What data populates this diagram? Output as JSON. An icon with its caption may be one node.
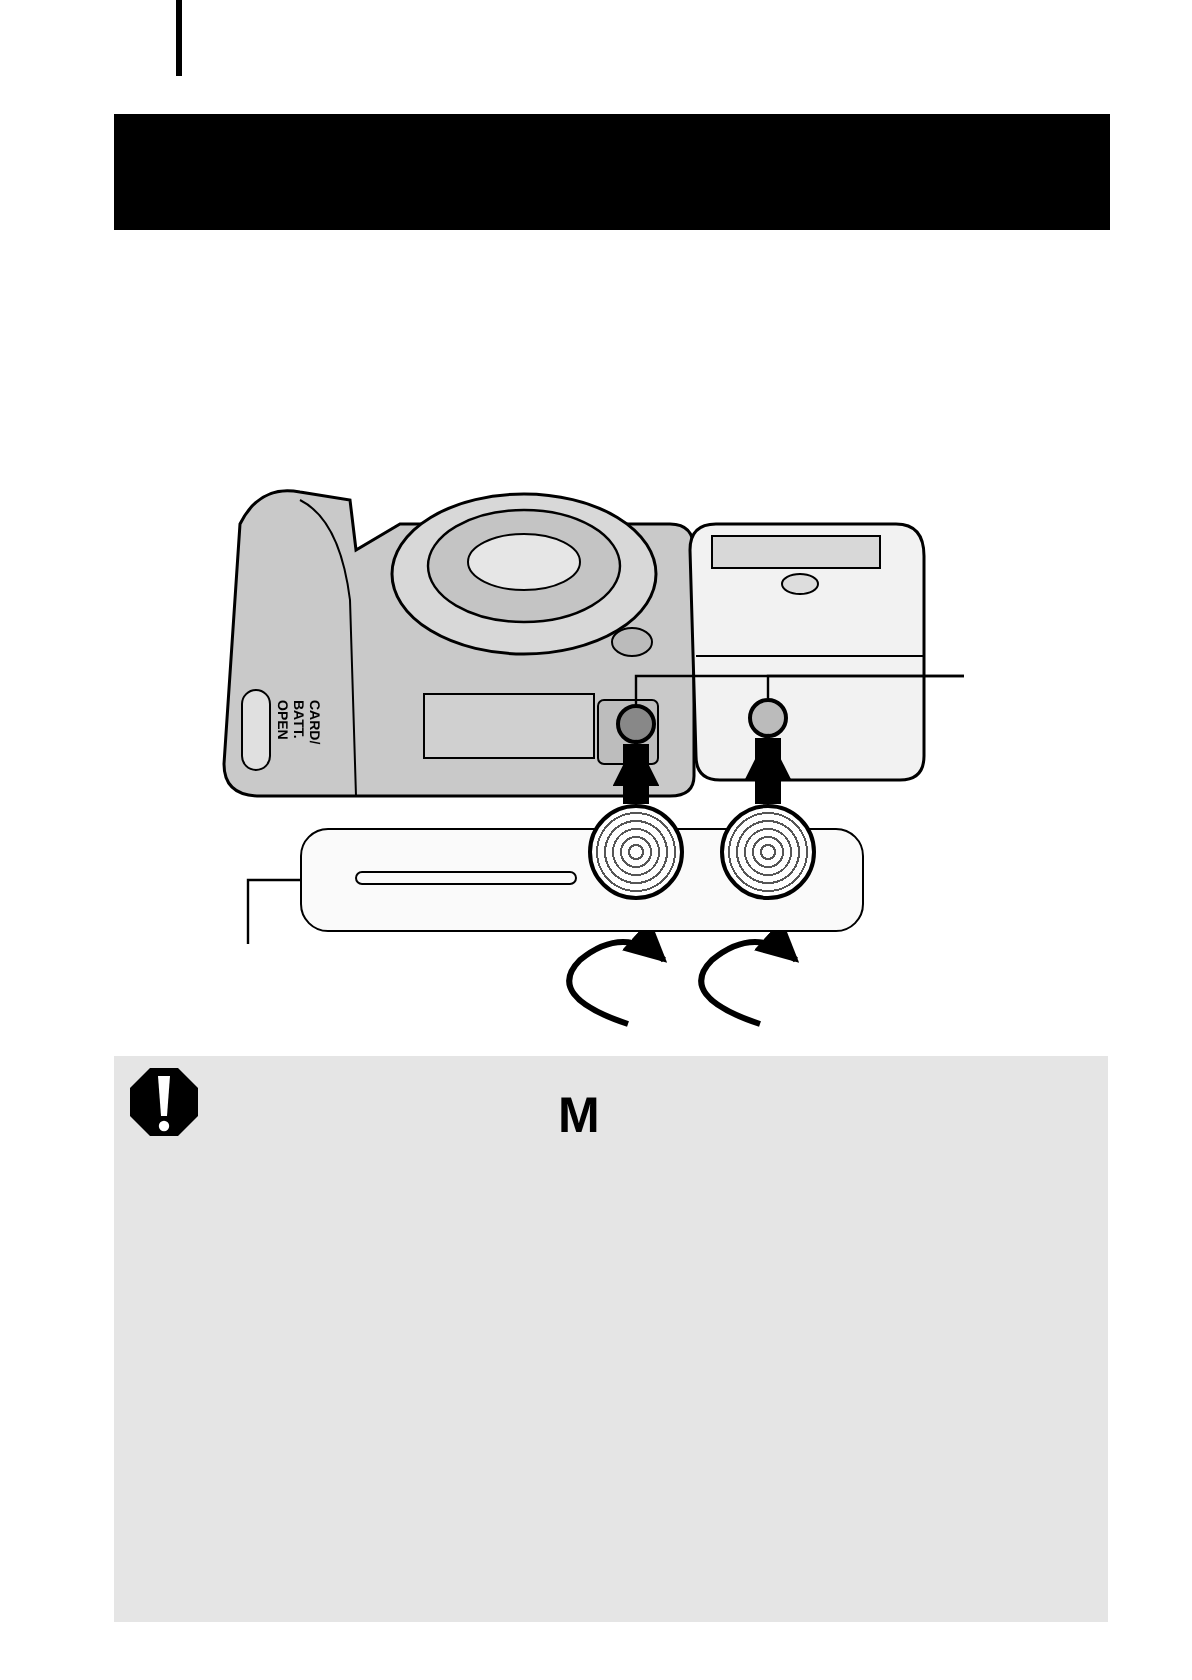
{
  "diagram": {
    "nodes": [
      {
        "text": [],
        "shape": "bar"
      },
      {
        "text": [],
        "shape": "circle"
      },
      {
        "text": [],
        "shape": "circle"
      },
      {
        "text": [],
        "shape": "bar"
      },
      {
        "text": [],
        "shape": "circle"
      },
      {
        "text": [],
        "shape": "circle"
      }
    ],
    "edges": [
      {
        "from": null,
        "to": 1,
        "arrow": "none"
      },
      {
        "from": null,
        "to": 2,
        "arrow": "none"
      },
      {
        "from": null,
        "to": 3,
        "arrow": "none"
      },
      {
        "from": 4,
        "to": 1,
        "arrow": "to",
        "style": "thick"
      },
      {
        "from": 5,
        "to": 2,
        "arrow": "to",
        "style": "thick"
      }
    ],
    "labels": [
      "CARD/ BATT. OPEN",
      "M"
    ]
  }
}
